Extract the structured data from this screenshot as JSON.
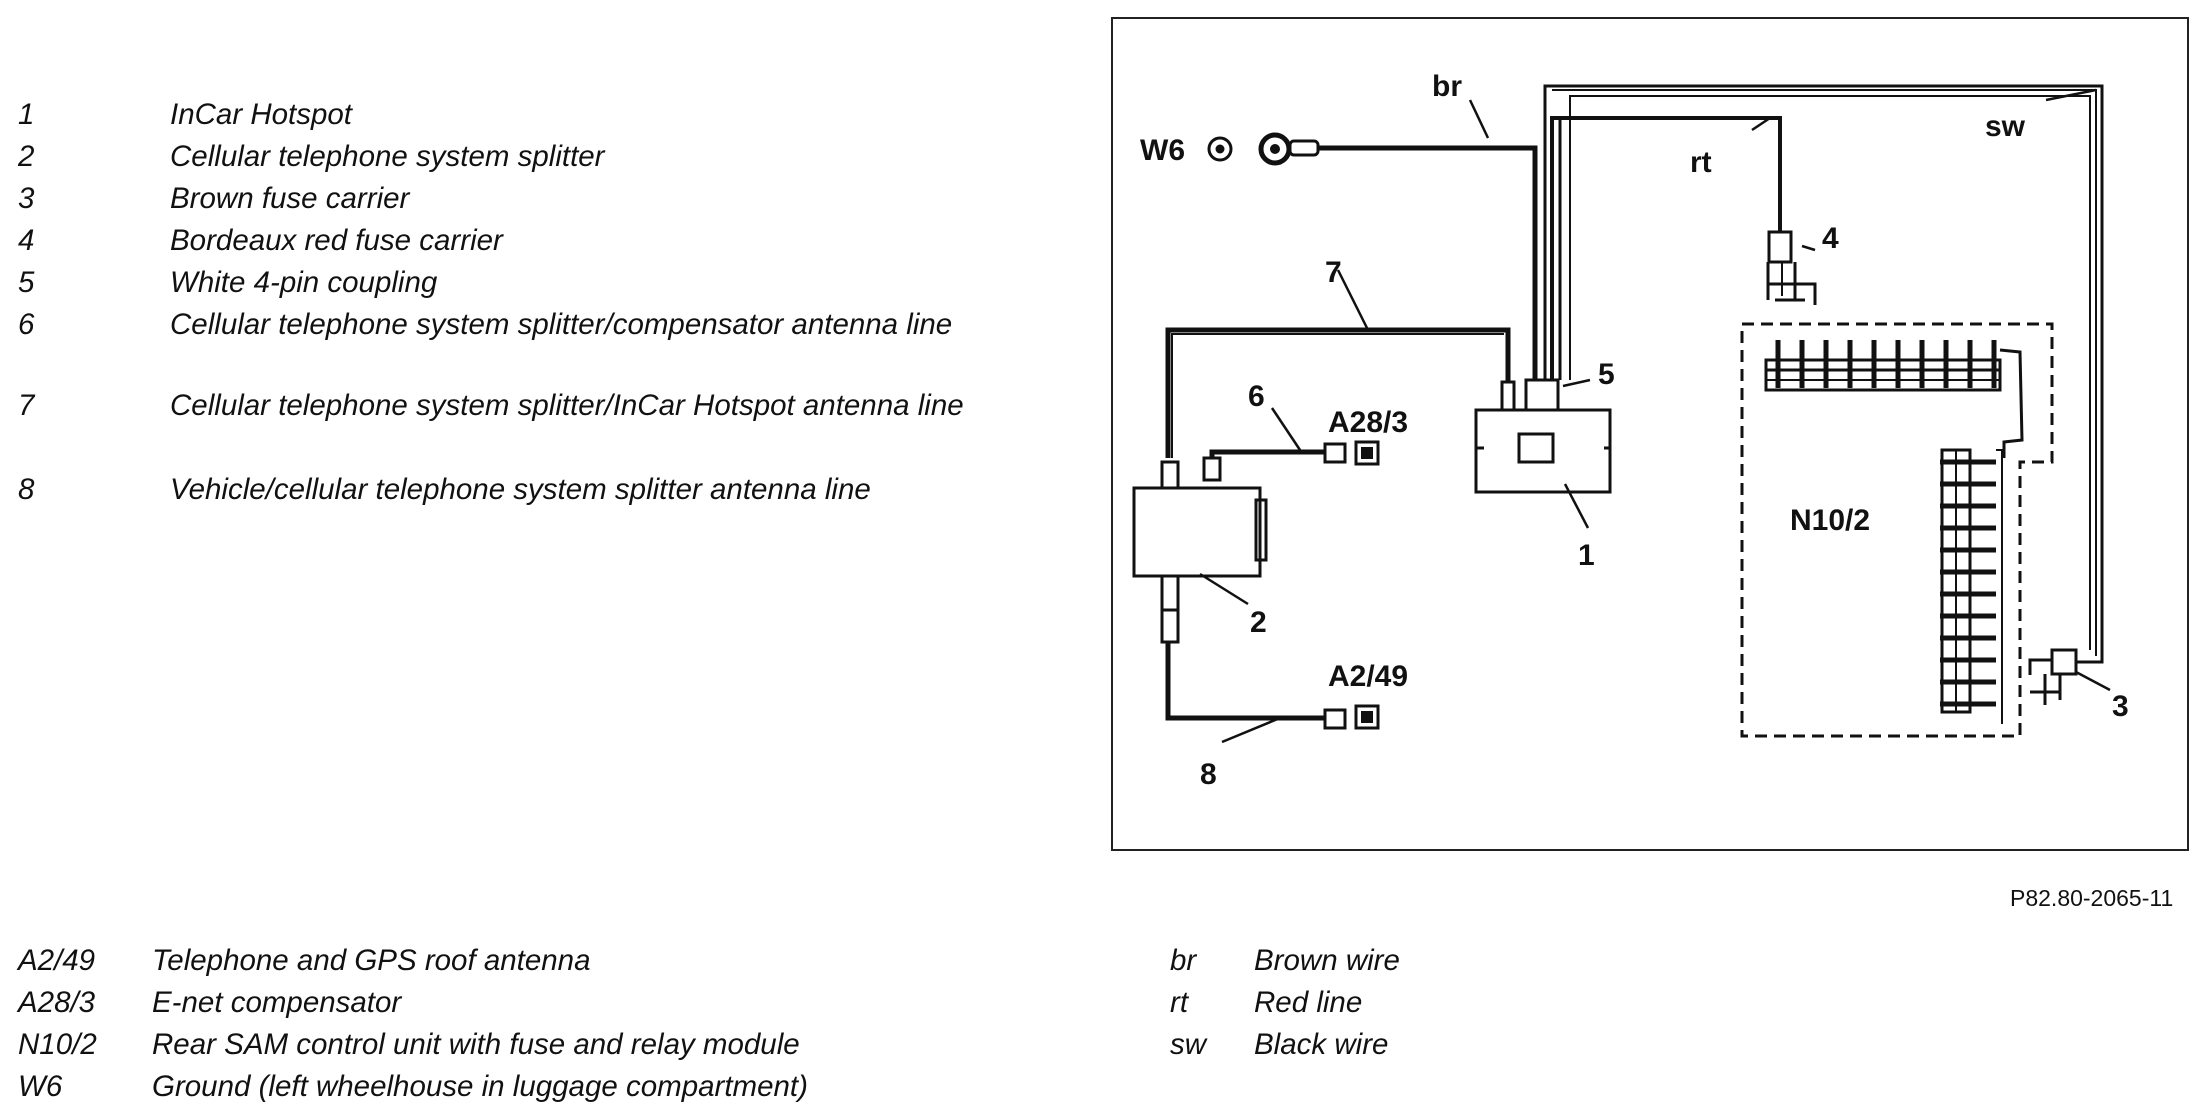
{
  "legend_numbered": [
    {
      "key": "1",
      "text": "InCar Hotspot"
    },
    {
      "key": "2",
      "text": "Cellular telephone system splitter"
    },
    {
      "key": "3",
      "text": "Brown fuse carrier"
    },
    {
      "key": "4",
      "text": "Bordeaux red fuse carrier"
    },
    {
      "key": "5",
      "text": "White 4-pin coupling"
    },
    {
      "key": "6",
      "text": "Cellular telephone system splitter/compensator antenna line"
    },
    {
      "key": "7",
      "text": "Cellular telephone system splitter/InCar Hotspot antenna line"
    },
    {
      "key": "8",
      "text": "Vehicle/cellular telephone system splitter antenna line"
    }
  ],
  "legend_components": [
    {
      "key": "A2/49",
      "text": "Telephone and GPS roof antenna"
    },
    {
      "key": "A28/3",
      "text": "E-net compensator"
    },
    {
      "key": "N10/2",
      "text": "Rear SAM control unit with fuse and relay module"
    },
    {
      "key": "W6",
      "text": "Ground (left wheelhouse in luggage compartment)"
    }
  ],
  "legend_wires": [
    {
      "key": "br",
      "text": "Brown wire"
    },
    {
      "key": "rt",
      "text": "Red line"
    },
    {
      "key": "sw",
      "text": "Black wire"
    }
  ],
  "figure_code": "P82.80-2065-11",
  "diagram_labels": {
    "w6": "W6",
    "br": "br",
    "rt": "rt",
    "sw": "sw",
    "a28_3": "A28/3",
    "a2_49": "A2/49",
    "n10_2": "N10/2",
    "n1": "1",
    "n2": "2",
    "n3": "3",
    "n4": "4",
    "n5": "5",
    "n6": "6",
    "n7": "7",
    "n8": "8"
  }
}
